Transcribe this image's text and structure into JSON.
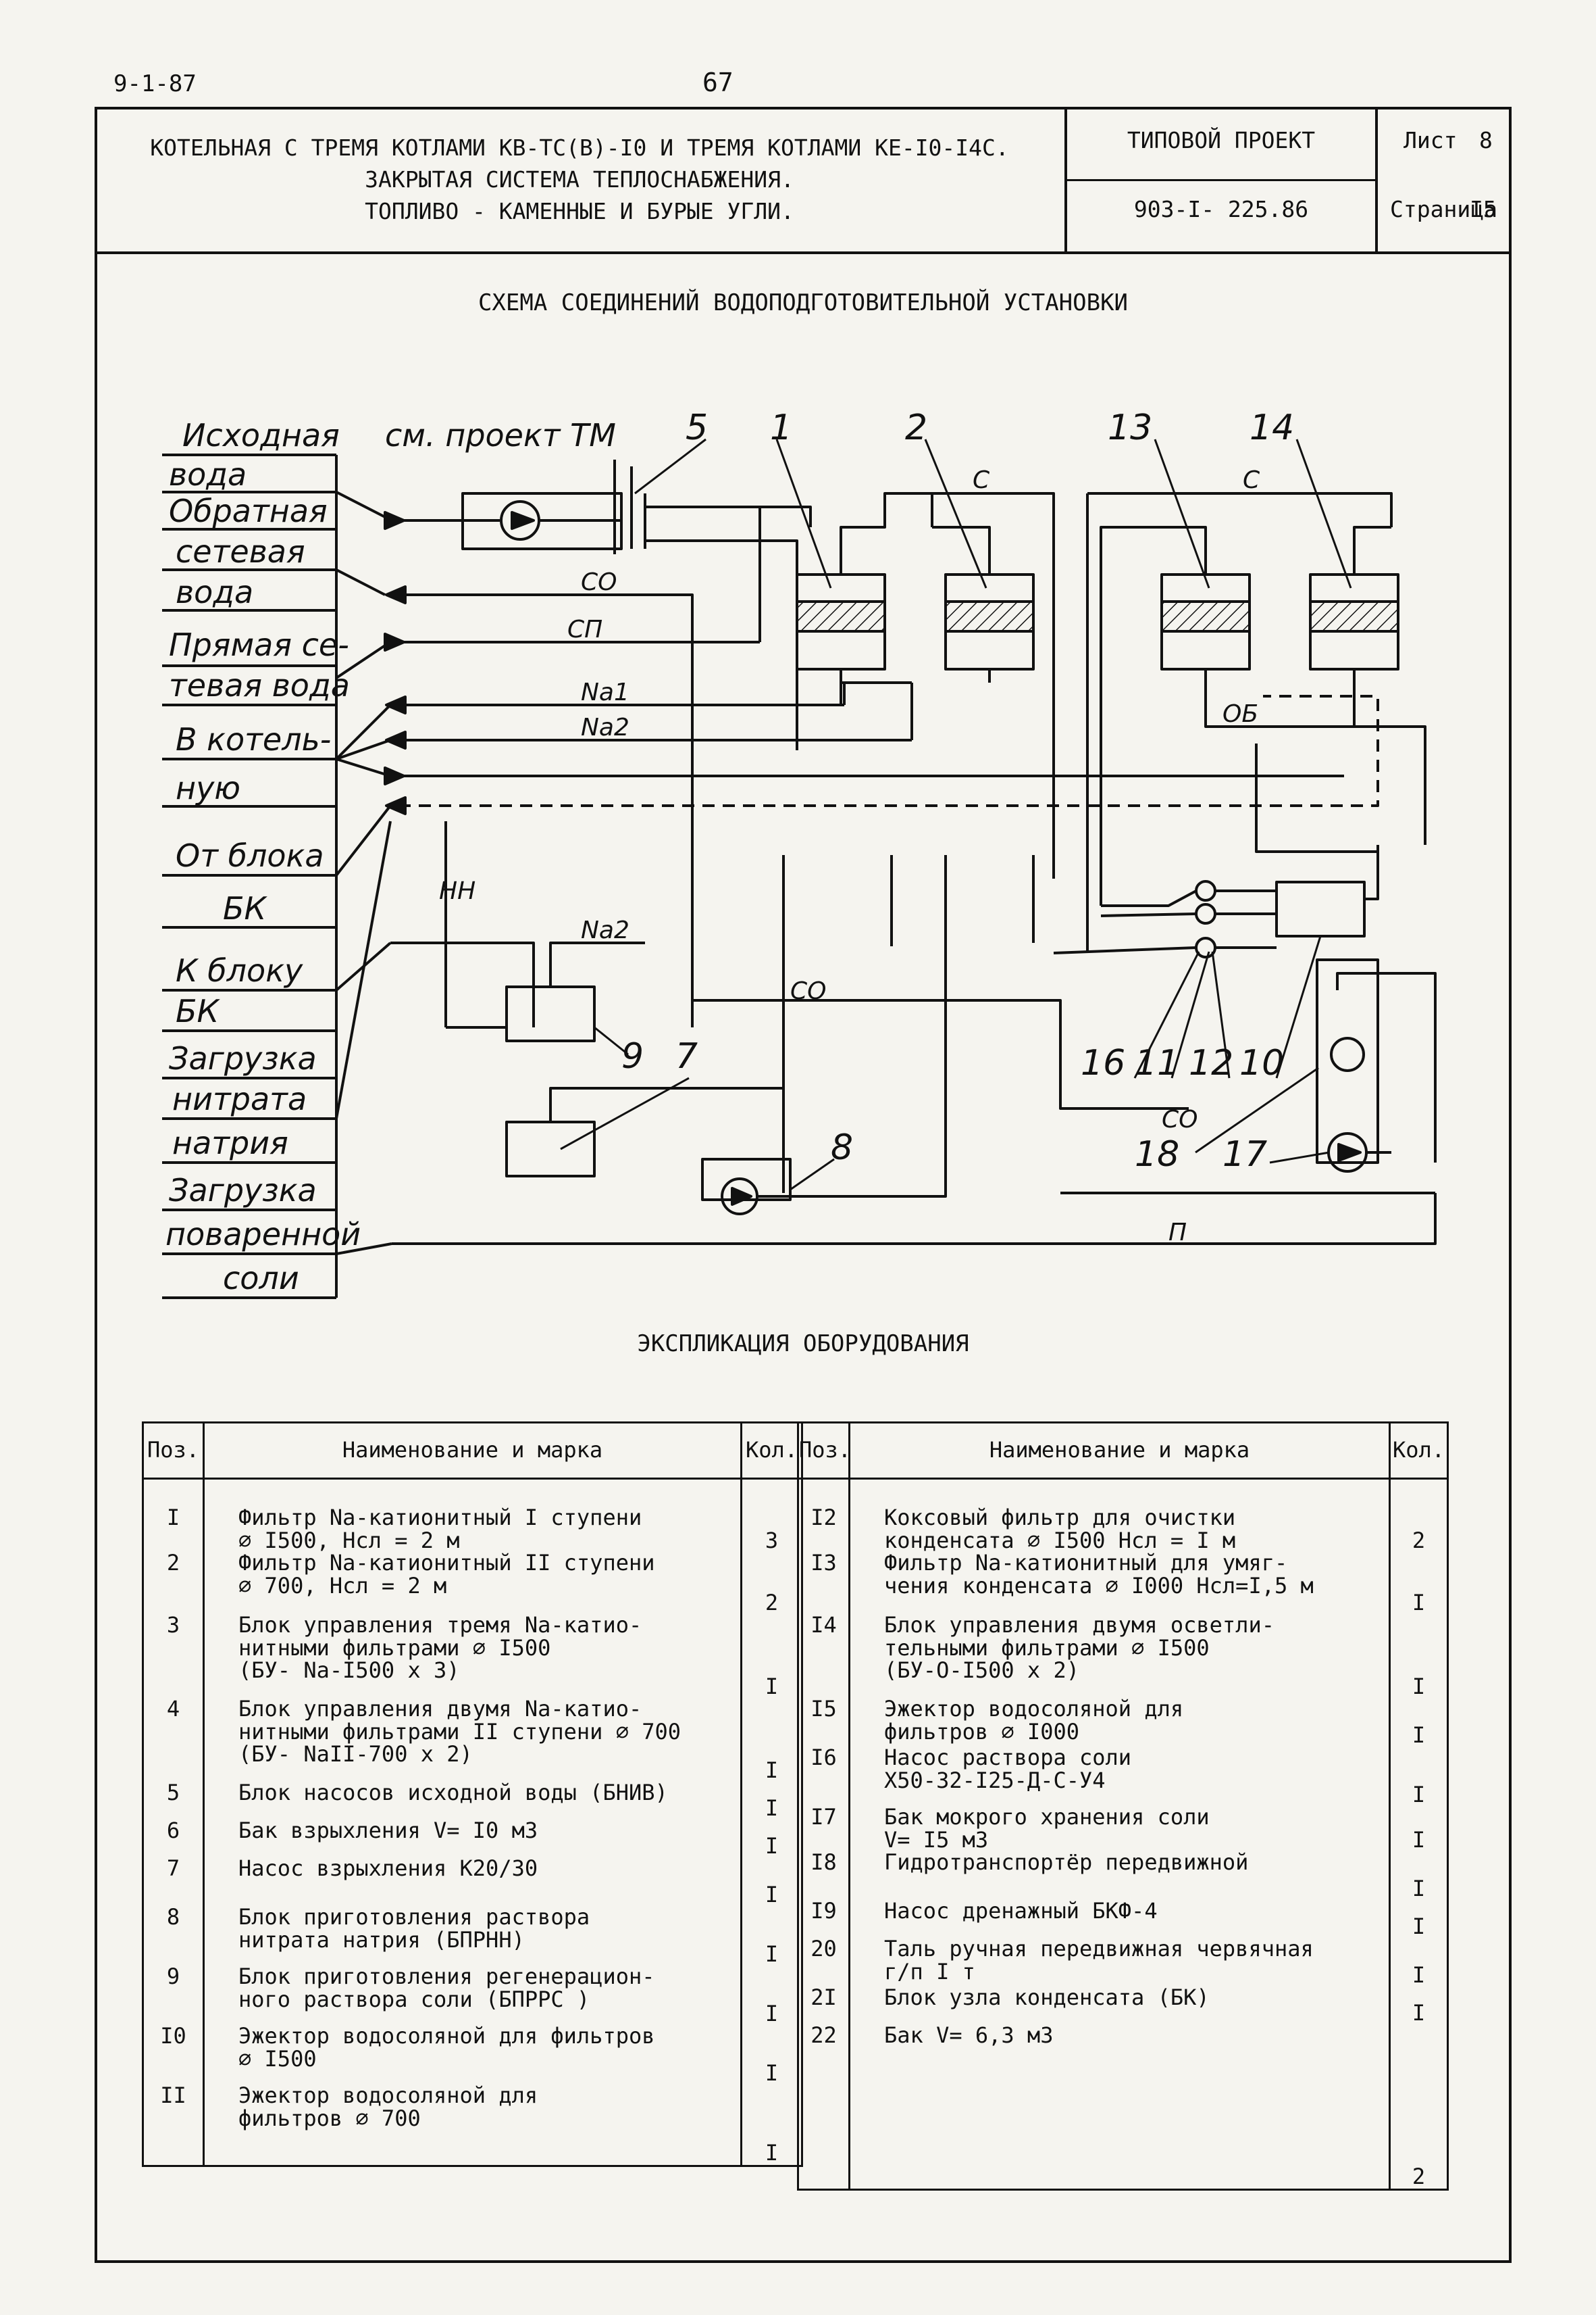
{
  "page": {
    "code": "9-1-87",
    "number": "67"
  },
  "title_block": {
    "lines": [
      "КОТЕЛЬНАЯ С ТРЕМЯ КОТЛАМИ КВ-ТС(В)-I0 И ТРЕМЯ КОТЛАМИ КЕ-I0-I4С.",
      "ЗАКРЫТАЯ СИСТЕМА ТЕПЛОСНАБЖЕНИЯ.",
      "ТОПЛИВО - КАМЕННЫЕ И БУРЫЕ УГЛИ."
    ],
    "project_label": "ТИПОВОЙ ПРОЕКТ",
    "project_number": "903-I- 225.86",
    "sheet_label": "Лист",
    "sheet_value": "8",
    "page_label": "Страница",
    "page_value": "I5"
  },
  "diagram": {
    "title": "СХЕМА СОЕДИНЕНИЙ ВОДОПОДГОТОВИТЕЛЬНОЙ УСТАНОВКИ",
    "ref_label": "см. проект ТМ",
    "left_labels": [
      {
        "lines": [
          "Исходная",
          "вода"
        ]
      },
      {
        "lines": [
          "Обратная",
          "сетевая",
          "вода"
        ]
      },
      {
        "lines": [
          "Прямая се-",
          "тевая вода"
        ]
      },
      {
        "lines": [
          "В котель-",
          "ную"
        ]
      },
      {
        "lines": [
          "От блока",
          "БК"
        ]
      },
      {
        "lines": [
          "К блоку",
          "БК"
        ]
      },
      {
        "lines": [
          "Загрузка",
          "нитрата",
          "натрия"
        ]
      },
      {
        "lines": [
          "Загрузка",
          "поваренной",
          "соли"
        ]
      }
    ],
    "line_codes": {
      "co": "CO",
      "cp": "CП",
      "na1": "Na1",
      "na2": "Na2",
      "s": "C",
      "p": "П",
      "ob": "ОБ",
      "nn": "НН"
    },
    "callouts": [
      "1",
      "2",
      "13",
      "14",
      "5",
      "9",
      "7",
      "8",
      "16",
      "11",
      "12",
      "10",
      "18",
      "17"
    ]
  },
  "explication": {
    "title": "ЭКСПЛИКАЦИЯ ОБОРУДОВАНИЯ",
    "headers": {
      "pos": "Поз.",
      "name": "Наименование и марка",
      "qty": "Кол."
    },
    "left": [
      {
        "pos": "I",
        "name": "Фильтр Na-катионитный I ступени\n∅ I500, Нсл = 2 м",
        "qty": "3"
      },
      {
        "pos": "2",
        "name": "Фильтр Na-катионитный II ступени\n∅ 700, Нсл = 2 м",
        "qty": "2"
      },
      {
        "pos": "3",
        "name": "Блок управления тремя Na-катио-\nнитными фильтрами ∅ I500\n(БУ- Na-I500 x 3)",
        "qty": "I"
      },
      {
        "pos": "4",
        "name": "Блок управления двумя Na-катио-\nнитными фильтрами II ступени ∅ 700\n(БУ- NaII-700 x 2)",
        "qty": "I"
      },
      {
        "pos": "5",
        "name": "Блок насосов исходной воды (БНИВ)",
        "qty": "I"
      },
      {
        "pos": "6",
        "name": "Бак взрыхления V= I0 м3",
        "qty": "I"
      },
      {
        "pos": "7",
        "name": "Насос взрыхления К20/30",
        "qty": "I"
      },
      {
        "pos": "8",
        "name": "Блок приготовления раствора\nнитрата натрия (БПРНН)",
        "qty": "I"
      },
      {
        "pos": "9",
        "name": "Блок приготовления регенерацион-\nного раствора соли (БПРРС )",
        "qty": "I"
      },
      {
        "pos": "I0",
        "name": "Эжектор водосоляной для фильтров\n∅ I500",
        "qty": "I"
      },
      {
        "pos": "II",
        "name": "Эжектор водосоляной для\nфильтров ∅ 700",
        "qty": "I"
      }
    ],
    "right": [
      {
        "pos": "I2",
        "name": "Коксовый фильтр для очистки\nконденсата ∅ I500 Нсл = I м",
        "qty": "2"
      },
      {
        "pos": "I3",
        "name": "Фильтр Na-катионитный для умяг-\nчения конденсата ∅ I000 Нсл=I,5 м",
        "qty": "I"
      },
      {
        "pos": "I4",
        "name": "Блок управления двумя осветли-\nтельными фильтрами ∅ I500\n(БУ-О-I500 x 2)",
        "qty": "I"
      },
      {
        "pos": "I5",
        "name": "Эжектор водосоляной для\nфильтров ∅ I000",
        "qty": "I"
      },
      {
        "pos": "I6",
        "name": "Насос раствора соли\nХ50-32-I25-Д-С-У4",
        "qty": "I"
      },
      {
        "pos": "I7",
        "name": "Бак мокрого хранения соли\nV= I5 м3",
        "qty": "I"
      },
      {
        "pos": "I8",
        "name": "Гидротранспортёр передвижной",
        "qty": "I"
      },
      {
        "pos": "I9",
        "name": "Насос дренажный БКФ-4",
        "qty": "I"
      },
      {
        "pos": "20",
        "name": "Таль ручная передвижная червячная\nг/п I т",
        "qty": "I"
      },
      {
        "pos": "2I",
        "name": "Блок узла конденсата (БК)",
        "qty": "I"
      },
      {
        "pos": "22",
        "name": "Бак V= 6,3 м3",
        "qty": "2"
      }
    ]
  }
}
